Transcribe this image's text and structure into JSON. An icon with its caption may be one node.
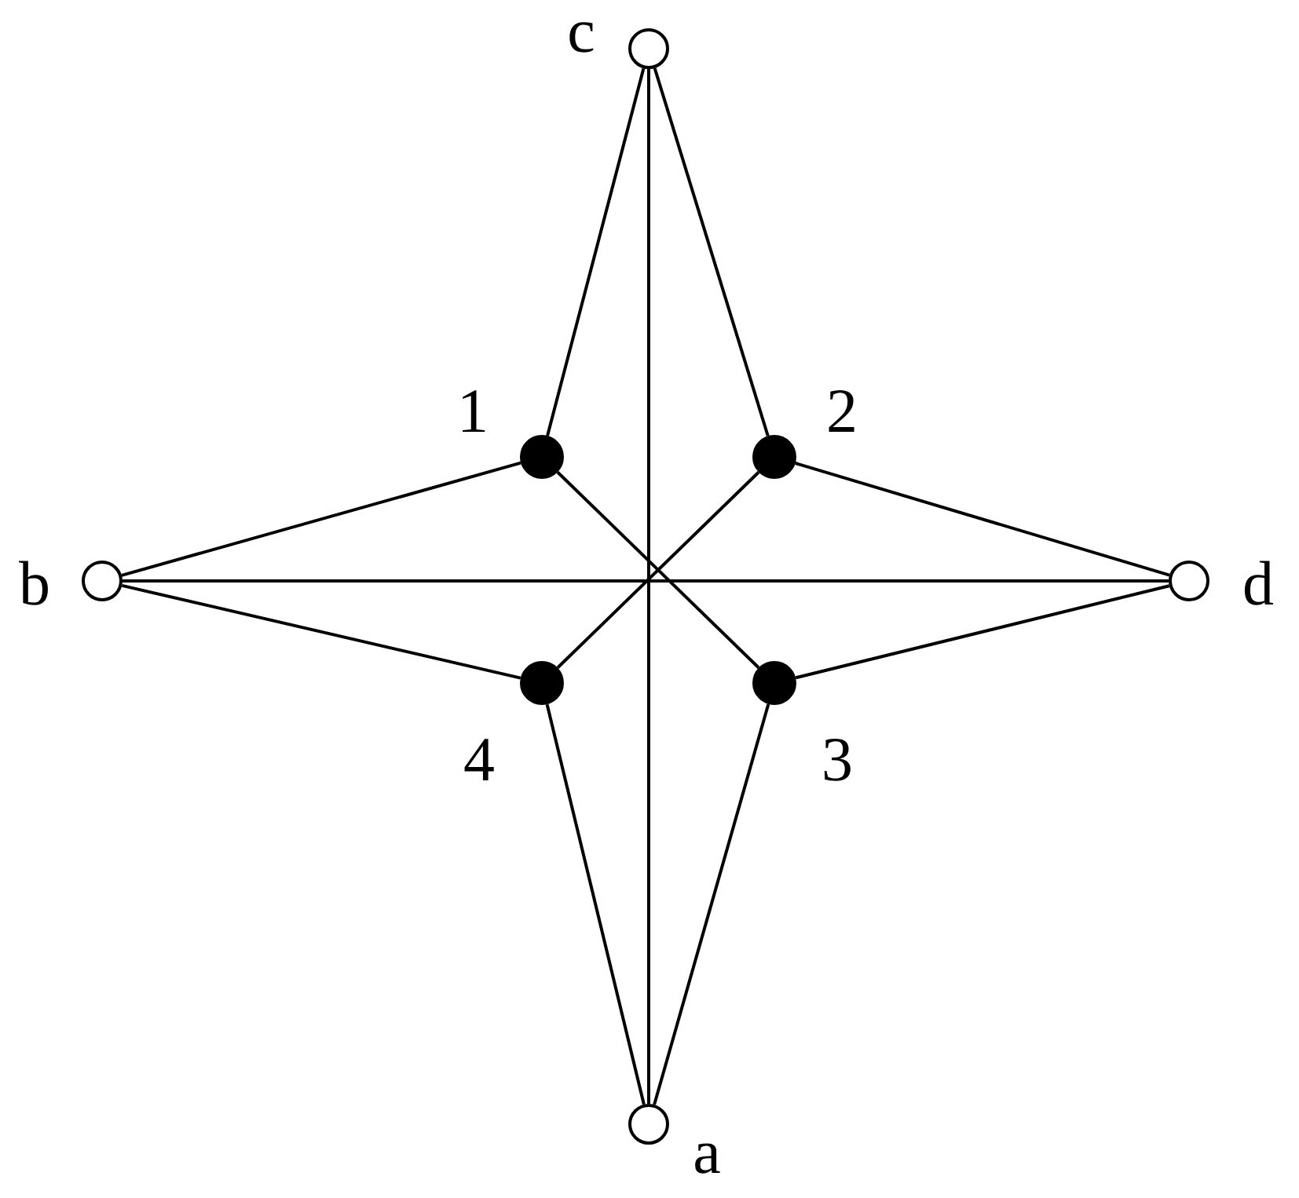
{
  "diagram": {
    "nodes": [
      {
        "text": [],
        "shape": "circle",
        "beside": [
          "c"
        ]
      },
      {
        "text": [],
        "shape": "dot",
        "beside": [
          "1"
        ]
      },
      {
        "text": [],
        "shape": "dot",
        "beside": [
          "2"
        ]
      },
      {
        "text": [],
        "shape": "circle",
        "beside": [
          "b"
        ]
      },
      {
        "text": [],
        "shape": "circle",
        "beside": [
          "d"
        ]
      },
      {
        "text": [],
        "shape": "dot",
        "beside": [
          "4"
        ]
      },
      {
        "text": [],
        "shape": "dot",
        "beside": [
          "3"
        ]
      },
      {
        "text": [],
        "shape": "circle",
        "beside": [
          "a"
        ]
      }
    ],
    "edges": [
      {
        "from": 0,
        "to": 1,
        "arrow": "none"
      },
      {
        "from": 0,
        "to": 2,
        "arrow": "none"
      },
      {
        "from": 0,
        "to": 7,
        "arrow": "none"
      },
      {
        "from": 3,
        "to": 1,
        "arrow": "none"
      },
      {
        "from": 3,
        "to": 5,
        "arrow": "none"
      },
      {
        "from": 3,
        "to": 4,
        "arrow": "none"
      },
      {
        "from": 4,
        "to": 2,
        "arrow": "none"
      },
      {
        "from": 4,
        "to": 6,
        "arrow": "none"
      },
      {
        "from": 5,
        "to": 7,
        "arrow": "none"
      },
      {
        "from": 6,
        "to": 7,
        "arrow": "none"
      },
      {
        "from": 1,
        "to": 6,
        "arrow": "none"
      },
      {
        "from": 2,
        "to": 5,
        "arrow": "none"
      }
    ]
  }
}
